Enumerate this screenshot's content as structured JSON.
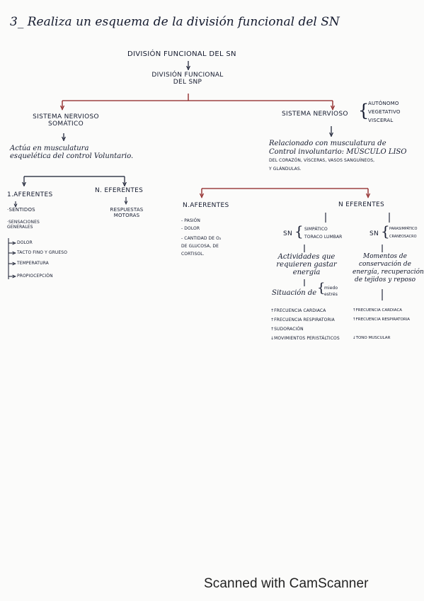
{
  "header": {
    "title": "3_ Realiza un esquema de la división funcional del SN"
  },
  "root": {
    "label": "DIVISIÓN FUNCIONAL DEL SN"
  },
  "sub": {
    "line1": "DIVISIÓN FUNCIONAL",
    "line2": "DEL SNP"
  },
  "somatic": {
    "title_line1": "SISTEMA NERVIOSO",
    "title_line2": "SOMÁTICO",
    "desc_line1": "Actúa en musculatura",
    "desc_line2": "esquelética del control Voluntario.",
    "afferent": {
      "title": "1.AFERENTES",
      "items": [
        "SENTIDOS"
      ],
      "sensations_line1": "SENSACIONES",
      "sensations_line2": "GENERALES",
      "sensations": [
        "DOLOR",
        "TACTO FINO Y GRUESO",
        "TEMPERATURA",
        "PROPIOCEPCIÓN"
      ]
    },
    "efferent": {
      "title": "N. EFERENTES",
      "line1": "RESPUESTAS",
      "line2": "MOTORAS"
    }
  },
  "autonomic": {
    "title": "SISTEMA NERVIOSO",
    "aliases": [
      "AUTÓNOMO",
      "VEGETATIVO",
      "VISCERAL"
    ],
    "desc_line1": "Relacionado con musculatura de",
    "desc_line2": "Control involuntario: MÚSCULO LISO",
    "desc_line3": "DEL CORAZÓN, VÍSCERAS, VASOS SANGUÍNEOS,",
    "desc_line4": "Y GLÁNDULAS.",
    "afferent": {
      "title": "N.AFERENTES",
      "items": [
        "PASIÓN",
        "DOLOR"
      ],
      "extra_line1": "CANTIDAD DE O₂",
      "extra_line2": "DE GLUCOSA, DE",
      "extra_line3": "CORTISOL."
    },
    "efferent": {
      "title": "N EFERENTES",
      "sympathetic": {
        "prefix": "SN",
        "name": "SIMPÁTICO",
        "region": "TORACO LUMBAR",
        "desc_line1": "Actividades que",
        "desc_line2": "requieren gastar",
        "desc_line3": "energía",
        "situation": "Situación de",
        "situation_a": "miedo",
        "situation_b": "estrés",
        "effects": [
          "↑FRECUENCIA CARDIACA",
          "↑FRECUENCIA RESPIRATORIA",
          "↑SUDORACIÓN",
          "↓MOVIMIENTOS PERISTÁLTICOS"
        ]
      },
      "parasympathetic": {
        "prefix": "SN",
        "name": "PARASIMPÁTICO",
        "region": "CRANEOSACRO",
        "desc_line1": "Momentos de",
        "desc_line2": "conservación de",
        "desc_line3": "energía, recuperación",
        "desc_line4": "de tejidos y reposo",
        "effects": [
          "↑FRECUENCIA CARDIACA",
          "↑FRECUENCIA RESPIRATORIA",
          "↓TONO MUSCULAR"
        ]
      }
    }
  },
  "footer": {
    "text": "Scanned with CamScanner"
  }
}
